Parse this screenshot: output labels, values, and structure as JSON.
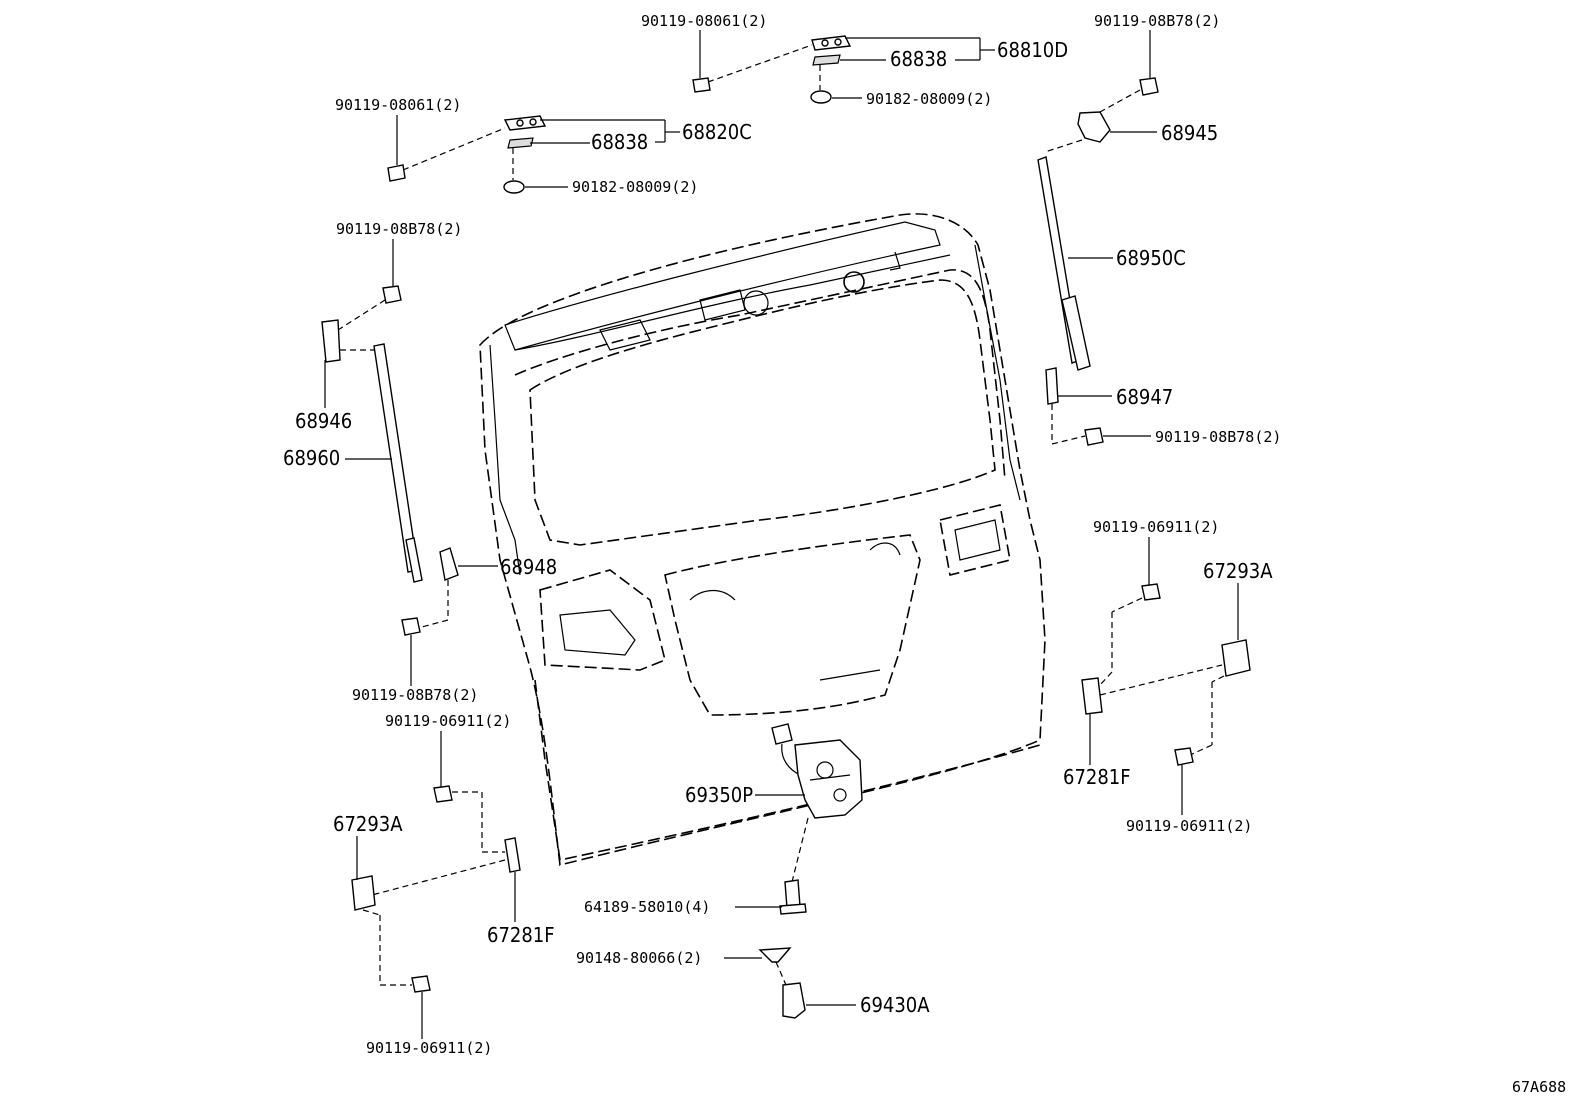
{
  "diagram_code": "67A688",
  "labels": {
    "bolt_hinge_right": "90119-08061(2)",
    "hinge_right": "68838",
    "hinge_assy_right": "68810D",
    "nut_hinge_right": "90182-08009(2)",
    "bolt_hinge_left": "90119-08061(2)",
    "hinge_left": "68838",
    "hinge_assy_left": "68820C",
    "nut_hinge_left": "90182-08009(2)",
    "bolt_bracket_upper_right": "90119-08B78(2)",
    "bracket_upper_right": "68945",
    "strut_right": "68950C",
    "bracket_lower_right": "68947",
    "bolt_bracket_lower_right": "90119-08B78(2)",
    "bolt_bracket_upper_left": "90119-08B78(2)",
    "bracket_upper_left": "68946",
    "strut_left": "68960",
    "bracket_lower_left": "68948",
    "bolt_bracket_lower_left": "90119-08B78(2)",
    "bolt_bumper_upper_right": "90119-06911(2)",
    "bumper_stop_right": "67293A",
    "bumper_right": "67281F",
    "bolt_bumper_lower_right": "90119-06911(2)",
    "bolt_bumper_upper_left": "90119-06911(2)",
    "bumper_stop_left": "67293A",
    "bumper_left": "67281F",
    "bolt_bumper_lower_left": "90119-06911(2)",
    "lock_assy": "69350P",
    "lock_bolt": "64189-58010(4)",
    "striker_screw": "90148-80066(2)",
    "striker": "69430A"
  }
}
